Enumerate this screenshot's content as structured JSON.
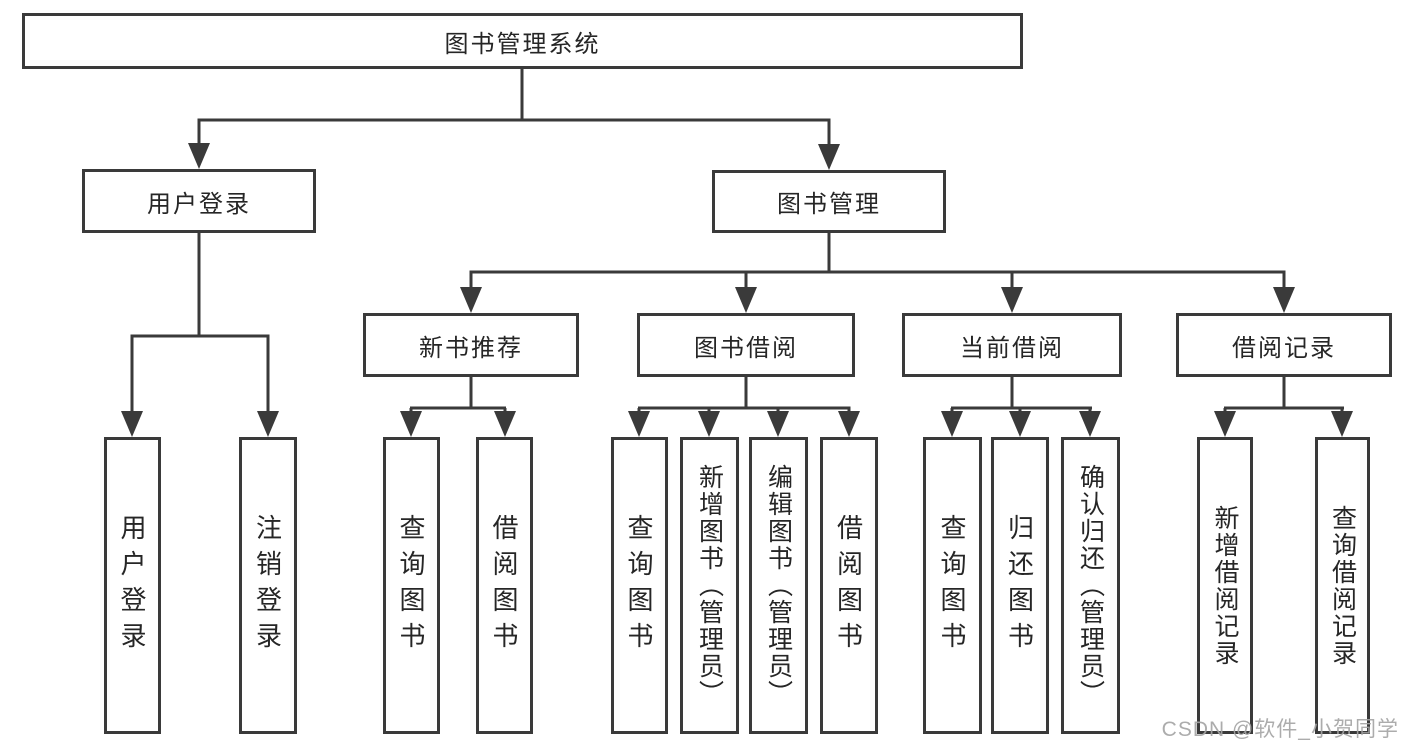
{
  "tree": {
    "root": {
      "label": "图书管理系统"
    },
    "branches": [
      {
        "label": "用户登录",
        "children": [
          {
            "label": "用户登录"
          },
          {
            "label": "注销登录"
          }
        ]
      },
      {
        "label": "图书管理",
        "children": [
          {
            "label": "新书推荐",
            "children": [
              {
                "label": "查询图书"
              },
              {
                "label": "借阅图书"
              }
            ]
          },
          {
            "label": "图书借阅",
            "children": [
              {
                "label": "查询图书"
              },
              {
                "label": "新增图书（管理员）"
              },
              {
                "label": "编辑图书（管理员）"
              },
              {
                "label": "借阅图书"
              }
            ]
          },
          {
            "label": "当前借阅",
            "children": [
              {
                "label": "查询图书"
              },
              {
                "label": "归还图书"
              },
              {
                "label": "确认归还（管理员）"
              }
            ]
          },
          {
            "label": "借阅记录",
            "children": [
              {
                "label": "新增借阅记录"
              },
              {
                "label": "查询借阅记录"
              }
            ]
          }
        ]
      }
    ]
  },
  "colors": {
    "line": "#3a3a3a",
    "text": "#262626",
    "background": "#ffffff",
    "watermark": "#a5a5a5"
  },
  "watermark": {
    "text": "CSDN @软件_小贺同学"
  }
}
